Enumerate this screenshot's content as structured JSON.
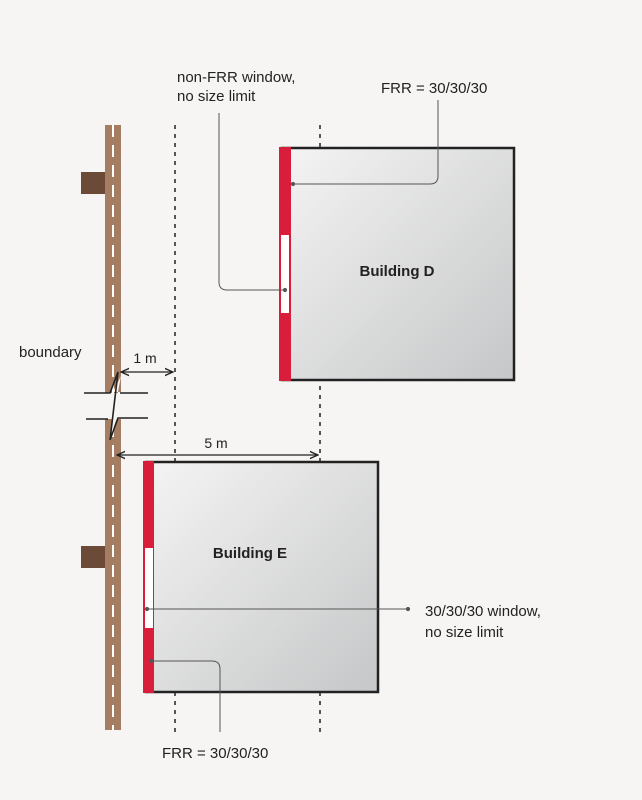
{
  "colors": {
    "background": "#f6f5f3",
    "fence": "#a47d63",
    "fire_rated_wall": "#d91e3c",
    "building_fill_light": "#f2f2f2",
    "building_fill_dark": "#c9cacb",
    "outline": "#222222"
  },
  "boundary": {
    "label": "boundary"
  },
  "dimensions": {
    "near": "1 m",
    "far": "5 m"
  },
  "building_d": {
    "name": "Building D",
    "window_note_line1": "non-FRR window,",
    "window_note_line2": "no size limit",
    "wall_note": "FRR = 30/30/30"
  },
  "building_e": {
    "name": "Building E",
    "window_note_line1": "30/30/30 window,",
    "window_note_line2": "no size limit",
    "wall_note": "FRR = 30/30/30"
  }
}
